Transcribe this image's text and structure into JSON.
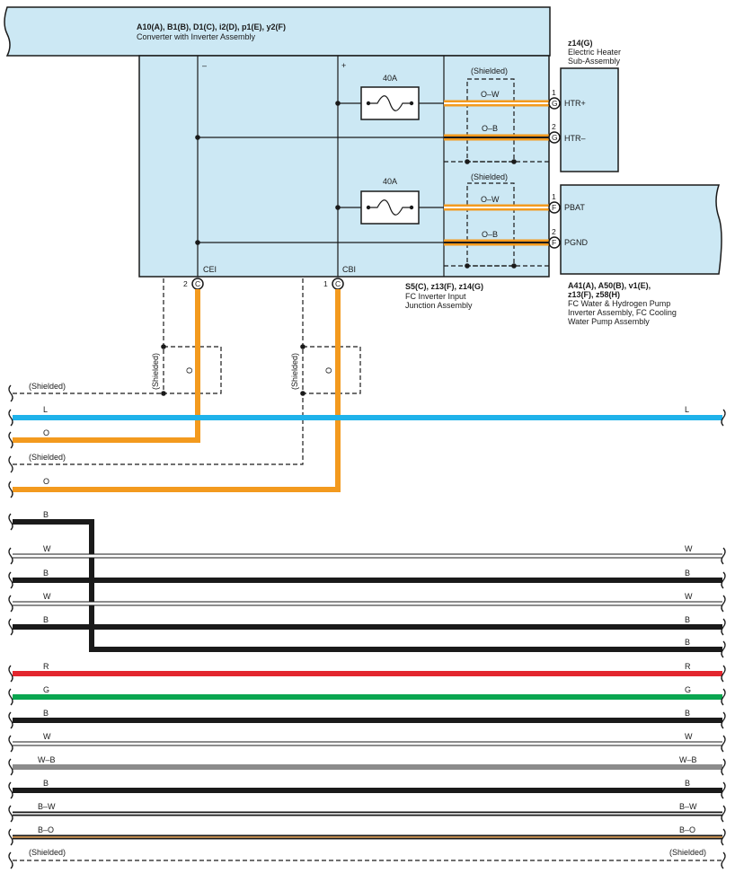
{
  "colors": {
    "box_fill": "#cce8f4",
    "orange": "#f39a1e",
    "blue": "#1fb2ea",
    "red": "#e3262e",
    "green": "#0aa650",
    "black": "#1a1a1a",
    "white_wire": "#ffffff",
    "connector_brown": "#c0a070"
  },
  "converter": {
    "codes": "A10(A), B1(B), D1(C), i2(D), p1(E), y2(F)",
    "name": "Converter with Inverter Assembly"
  },
  "junction": {
    "minus": "–",
    "plus": "+",
    "fuse1": "40A",
    "fuse2": "40A",
    "codes": "S5(C), z13(F), z14(G)",
    "name_line1": "FC Inverter Input",
    "name_line2": "Junction Assembly",
    "cei_label": "CEI",
    "cbi_label": "CBI",
    "cei_pin": "2",
    "cbi_pin": "1",
    "cei_conn": "C",
    "cbi_conn": "C"
  },
  "heater": {
    "code": "z14(G)",
    "name_line1": "Electric Heater",
    "name_line2": "Sub-Assembly",
    "shield1": "(Shielded)",
    "wire1": "O–W",
    "wire2": "O–B",
    "pin1": "1",
    "pin2": "2",
    "conn1": "G",
    "conn2": "G",
    "term1": "HTR+",
    "term2": "HTR–"
  },
  "pump": {
    "codes1": "A41(A), A50(B), v1(E),",
    "codes2": "z13(F), z58(H)",
    "name_line1": "FC Water & Hydrogen Pump",
    "name_line2": "Inverter Assembly, FC Cooling",
    "name_line3": "Water Pump Assembly",
    "shield2": "(Shielded)",
    "wire1": "O–W",
    "wire2": "O–B",
    "pin1": "1",
    "pin2": "2",
    "conn1": "F",
    "conn2": "F",
    "term1": "PBAT",
    "term2": "PGND"
  },
  "wires": {
    "shield_label": "(Shielded)",
    "shield_v1": "(Shielded)",
    "shield_v2": "(Shielded)",
    "o_v1": "O",
    "o_v2": "O",
    "l_left": "L",
    "l_right": "L",
    "o1": "O",
    "o2": "O",
    "shield_label2": "(Shielded)",
    "b_top": "B",
    "w1_r": "W",
    "b1_r": "B",
    "w2_r": "W",
    "b2_r": "B",
    "b3_r": "B",
    "w1_l": "W",
    "b1_l": "B",
    "w2_l": "W",
    "b2_l": "B",
    "r_l": "R",
    "r_r": "R",
    "g_l": "G",
    "g_r": "G",
    "b4_l": "B",
    "b4_r": "B",
    "w3_l": "W",
    "w3_r": "W",
    "wb_l": "W–B",
    "wb_r": "W–B",
    "b5_l": "B",
    "b5_r": "B",
    "bw_l": "B–W",
    "bw_r": "B–W",
    "bo_l": "B–O",
    "bo_r": "B–O",
    "shield_bottom_l": "(Shielded)",
    "shield_bottom_r": "(Shielded)"
  }
}
